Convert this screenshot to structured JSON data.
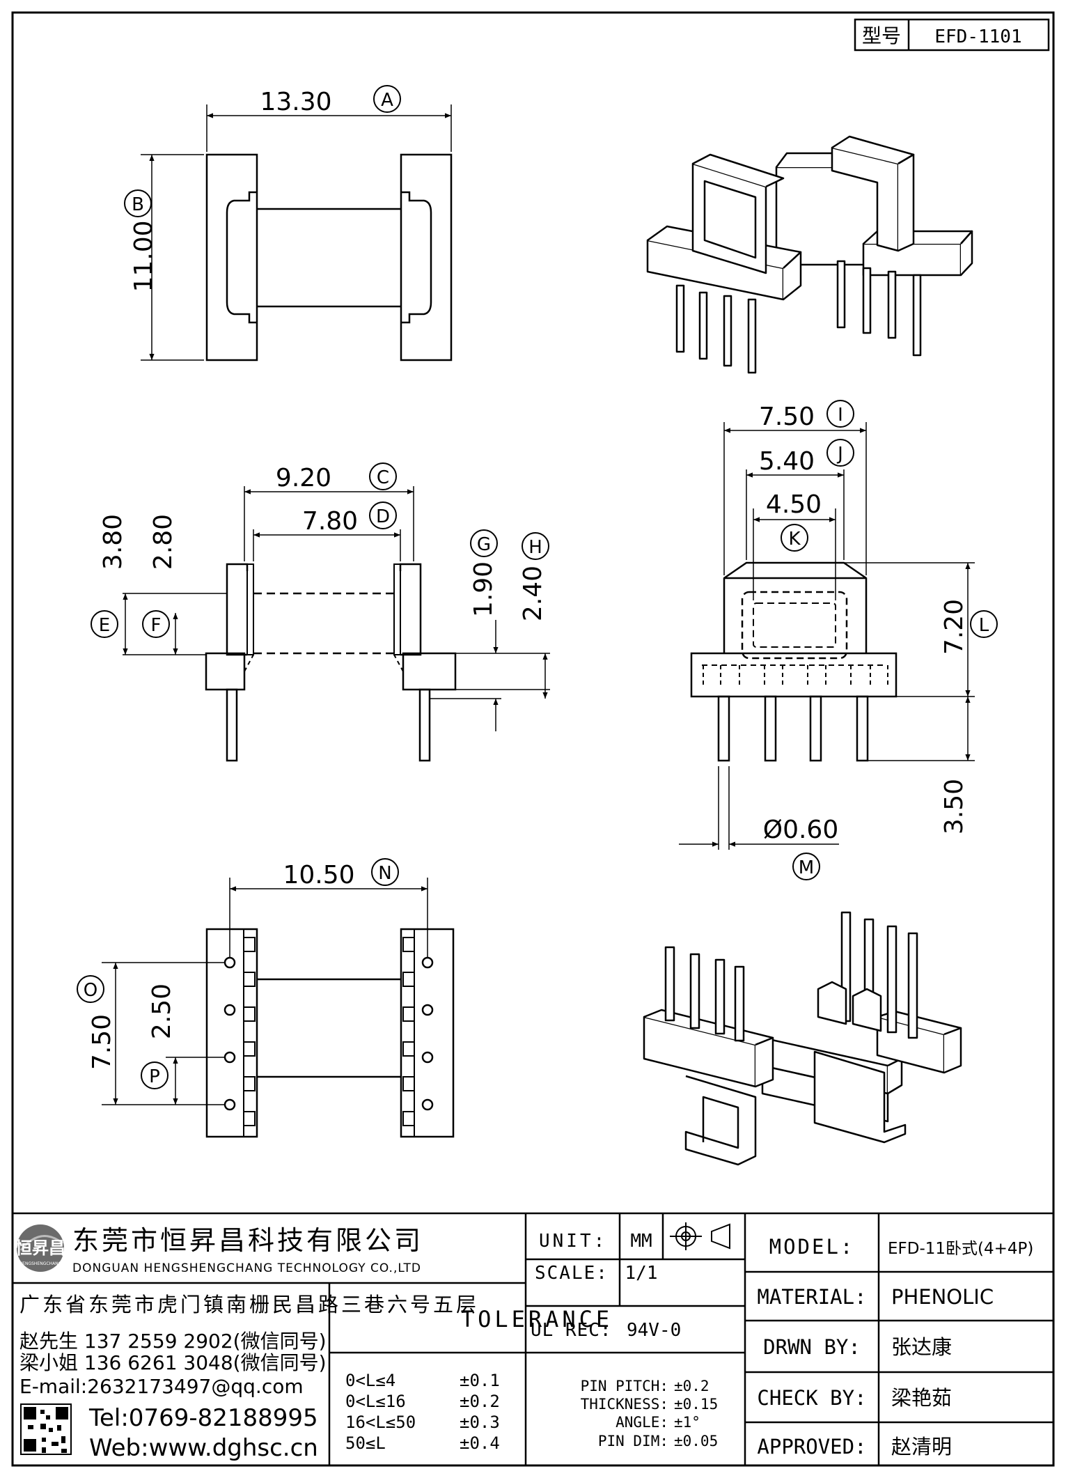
{
  "title_box": {
    "label": "型号",
    "value": "EFD-1101"
  },
  "dimensions": {
    "A": {
      "value": "13.30",
      "tag": "A"
    },
    "B": {
      "value": "11.00",
      "tag": "B"
    },
    "C": {
      "value": "9.20",
      "tag": "C"
    },
    "D": {
      "value": "7.80",
      "tag": "D"
    },
    "E": {
      "value": "3.80",
      "tag": "E"
    },
    "F": {
      "value": "2.80",
      "tag": "F"
    },
    "G": {
      "value": "1.90",
      "tag": "G"
    },
    "H": {
      "value": "2.40",
      "tag": "H"
    },
    "I": {
      "value": "7.50",
      "tag": "I"
    },
    "J": {
      "value": "5.40",
      "tag": "J"
    },
    "K": {
      "value": "4.50",
      "tag": "K"
    },
    "L": {
      "value": "7.20",
      "tag": "L"
    },
    "pin_len": {
      "value": "3.50"
    },
    "M": {
      "value": "Ø0.60",
      "tag": "M"
    },
    "N": {
      "value": "10.50",
      "tag": "N"
    },
    "O": {
      "value": "7.50",
      "tag": "O"
    },
    "P": {
      "value": "2.50",
      "tag": "P"
    }
  },
  "company": {
    "logo_text": "恒昇昌",
    "logo_sub": "HENGSHENGCHANG",
    "name_cn": "东莞市恒昇昌科技有限公司",
    "name_en": "DONGUAN HENGSHENGCHANG TECHNOLOGY CO.,LTD",
    "address": "广东省东莞市虎门镇南栅民昌路三巷六号五层",
    "contact_1": "赵先生 137 2559 2902(微信同号)",
    "contact_2": "梁小姐 136 6261 3048(微信同号)",
    "email": "E-mail:2632173497@qq.com",
    "tel": "Tel:0769-82188995",
    "web": "Web:www.dghsc.cn"
  },
  "specs": {
    "unit_label": "UNIT:",
    "unit_value": "MM",
    "scale_label": "SCALE:",
    "scale_value": "1/1",
    "ul_label": "UL REC:",
    "ul_value": "94V-0"
  },
  "tolerance": {
    "title": "TOLERANCE",
    "rows": [
      {
        "range": "0<L≤4",
        "tol": "±0.1"
      },
      {
        "range": "0<L≤16",
        "tol": "±0.2"
      },
      {
        "range": "16<L≤50",
        "tol": "±0.3"
      },
      {
        "range": "50≤L",
        "tol": "±0.4"
      }
    ],
    "extra": [
      {
        "label": "PIN PITCH:",
        "tol": "±0.2"
      },
      {
        "label": "THICKNESS:",
        "tol": "±0.15"
      },
      {
        "label": "ANGLE:",
        "tol": "±1°"
      },
      {
        "label": "PIN DIM:",
        "tol": "±0.05"
      }
    ]
  },
  "info": {
    "model_label": "MODEL:",
    "model_value": "EFD-11卧式(4+4P)",
    "material_label": "MATERIAL:",
    "material_value": "PHENOLIC",
    "drwn_label": "DRWN BY:",
    "drwn_value": "张达康",
    "check_label": "CHECK BY:",
    "check_value": "梁艳茹",
    "approved_label": "APPROVED:",
    "approved_value": "赵清明"
  }
}
